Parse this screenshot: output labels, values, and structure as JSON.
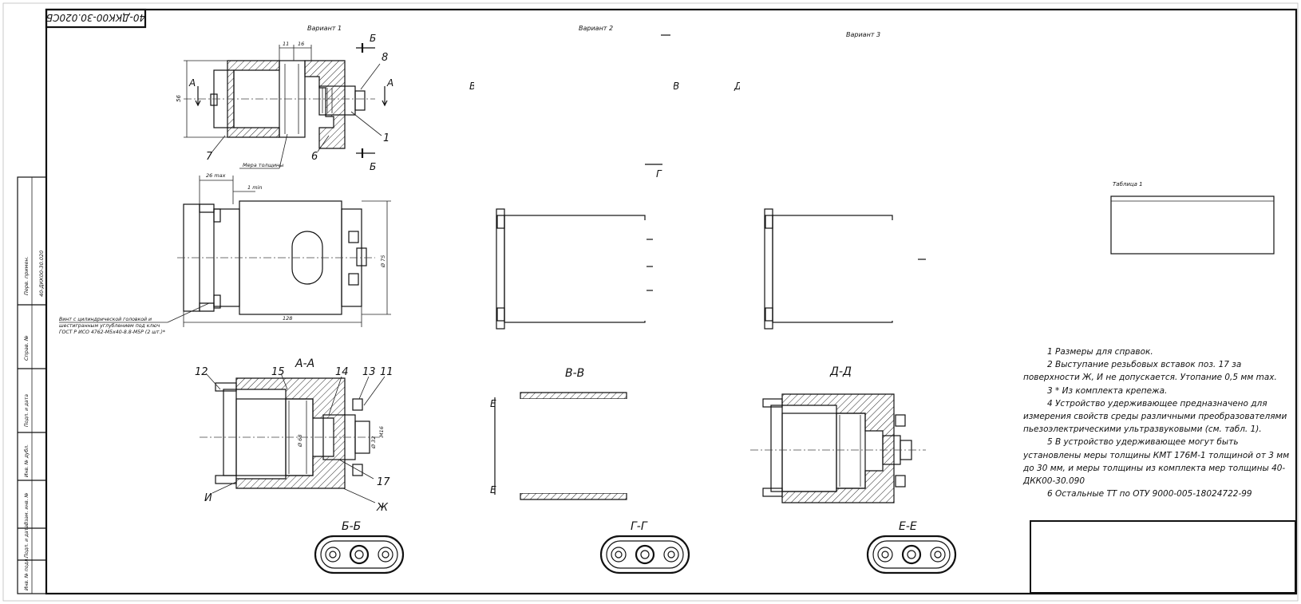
{
  "drawing_number": "40-ДКК00-30.020СБ",
  "variants": {
    "v1": "Вариант 1",
    "v2": "Вариант 2",
    "v3": "Вариант 3"
  },
  "table_title": "Таблица 1",
  "sections": {
    "aa": "А-А",
    "vv": "В-В",
    "dd": "Д-Д",
    "bb": "Б-Б",
    "gg": "Г-Г",
    "ee": "Е-Е"
  },
  "cut_letters": {
    "a": "А",
    "b": "Б",
    "v": "В",
    "g": "Г",
    "d": "Д",
    "e": "Е",
    "i": "И",
    "zh": "Ж"
  },
  "callouts": [
    "8",
    "1",
    "7",
    "6",
    "12",
    "15",
    "14",
    "13",
    "11",
    "17"
  ],
  "dimensions": {
    "d11": "11",
    "d16": "16",
    "d56": "56",
    "d26": "26 max",
    "d1": "1 min",
    "d75": "Ø 75",
    "d128": "128",
    "d68": "Ø 68",
    "d32": "Ø 32",
    "dM": "M16"
  },
  "part_labels": {
    "thickness_gauge": "Мера толщины",
    "screw_note": [
      "Винт с цилиндрической головкой и",
      "шестигранным углублением под ключ",
      "ГОСТ Р ИСО 4762-М5х40-8.8-М5Р (2 шт.)*"
    ]
  },
  "notes": [
    "1 Размеры для справок.",
    "2 Выступание резьбовых вставок поз. 17 за поверхности Ж, И не допускается. Утопание 0,5 мм max.",
    "3 * Из комплекта крепежа.",
    "4 Устройство удерживающее предназначено для измерения свойств среды различными преобразователями пьезоэлектрическими ультразвуковыми (см. табл. 1).",
    "5 В устройство удерживающее могут быть установлены меры толщины КМТ 176М-1 толщиной от 3 мм до 30 мм, и меры толщины из комплекта мер толщины 40-ДКК00-30.090",
    "6 Остальные ТТ по ОТУ 9000-005-18024722-99"
  ],
  "left_strip": {
    "labels": [
      "Перв. примен.",
      "Справ. №",
      "Подп. и дата",
      "Инв. № дубл.",
      "Взам. инв. №",
      "Подп. и дата",
      "Инв. № подл."
    ],
    "ref": "40-ДКК00-30.020"
  },
  "colors": {
    "line": "#111111",
    "paper": "#ffffff"
  }
}
